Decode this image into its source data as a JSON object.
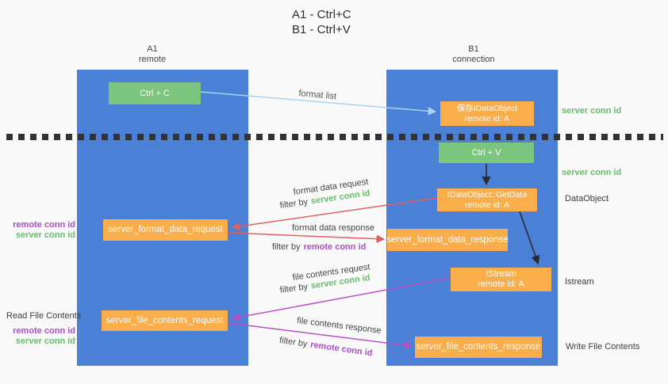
{
  "title": {
    "line1": "A1 - Ctrl+C",
    "line2": "B1 - Ctrl+V"
  },
  "columns": {
    "a": {
      "title": "A1",
      "subtitle": "remote"
    },
    "b": {
      "title": "B1",
      "subtitle": "connection"
    }
  },
  "nodes": {
    "ctrl_c": {
      "label": "Ctrl + C"
    },
    "save_dataobject": {
      "line1": "保存IDataObject",
      "line2": "remote id: A"
    },
    "ctrl_v": {
      "label": "Ctrl + V"
    },
    "getdata": {
      "line1": "IDataObject::GetData",
      "line2": "remote id: A"
    },
    "format_request": {
      "label": "server_format_data_request"
    },
    "format_response": {
      "label": "server_format_data_response"
    },
    "istream": {
      "line1": "IStream",
      "line2": "remote id: A"
    },
    "file_request": {
      "label": "server_file_contents_request"
    },
    "file_response": {
      "label": "server_file_contents_response"
    }
  },
  "edge_labels": {
    "format_list": "format list",
    "format_data_request": "format data request",
    "format_data_response": "format data response",
    "file_contents_request": "file contents request",
    "file_contents_response": "file contents response",
    "filter_by": "filter by",
    "server_conn_id": "server conn id",
    "remote_conn_id": "remote conn id"
  },
  "side_labels": {
    "server_conn_id_top": "server conn id",
    "server_conn_id_mid": "server conn id",
    "dataobject": "DataObject",
    "istream": "Istream",
    "read_file_contents": "Read File Contents",
    "write_file_contents": "Write File Contents",
    "remote_conn_id": "remote conn id",
    "server_conn_id": "server conn id"
  },
  "colors": {
    "column_blue": "#4a81d6",
    "box_green": "#7cc57f",
    "box_orange": "#f9ad4b",
    "arrow_red": "#e05f5f",
    "arrow_magenta": "#bb4fc4",
    "arrow_lightblue": "#a9d4f1",
    "arrow_black": "#2b2b2b",
    "text_green": "#67bd6a",
    "text_purple": "#a94fc9"
  }
}
